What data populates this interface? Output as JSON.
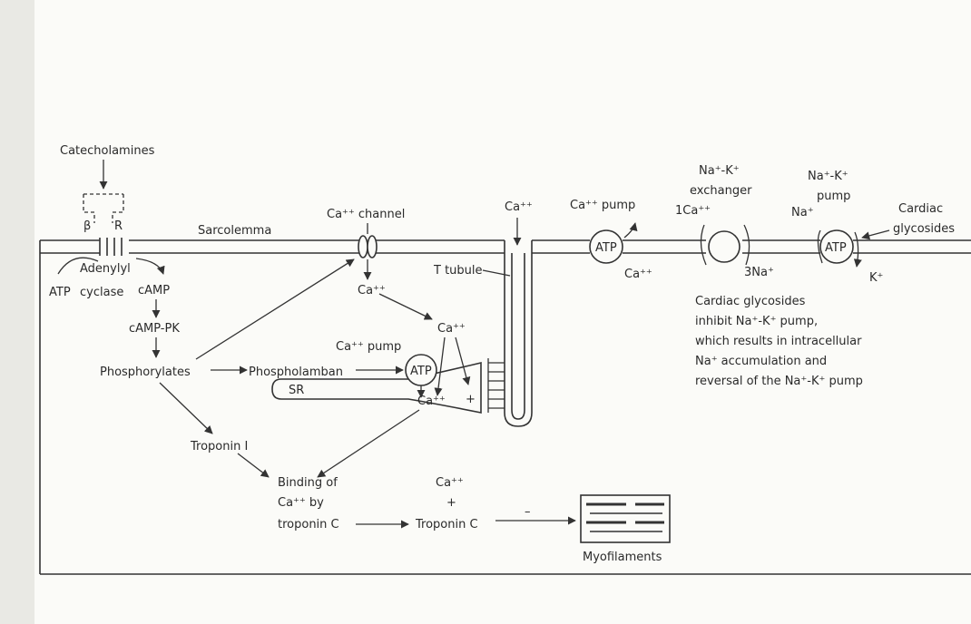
{
  "labels": {
    "catecholamines": "Catecholamines",
    "beta": "β",
    "r": "R",
    "sarcolemma": "Sarcolemma",
    "adenylyl": "Adenylyl",
    "cyclase": "cyclase",
    "atp_left": "ATP",
    "camp": "cAMP",
    "camp_pk": "cAMP-PK",
    "phosphorylates": "Phosphorylates",
    "phospholamban": "Phospholamban",
    "sr": "SR",
    "troponin_i": "Troponin I",
    "ca_channel": "Ca⁺⁺ channel",
    "ca_channel_in": "Ca⁺⁺",
    "ca_cytosol": "Ca⁺⁺",
    "ca_pump_sr": "Ca⁺⁺ pump",
    "atp_sr": "ATP",
    "ca_sr": "Ca⁺⁺",
    "plus_sr": "+",
    "ca_ttubule": "Ca⁺⁺",
    "t_tubule": "T tubule",
    "ca_pump_top": "Ca⁺⁺ pump",
    "atp_pump": "ATP",
    "ca_pump_bottom": "Ca⁺⁺",
    "nak_exchanger_1": "Na⁺-K⁺",
    "nak_exchanger_2": "exchanger",
    "one_ca": "1Ca⁺⁺",
    "three_na": "3Na⁺",
    "nak_pump_1": "Na⁺-K⁺",
    "nak_pump_2": "pump",
    "na_plus": "Na⁺",
    "atp_nak": "ATP",
    "k_plus": "K⁺",
    "cardiac": "Cardiac",
    "glycosides": "glycosides",
    "binding_1": "Binding of",
    "binding_2": "Ca⁺⁺ by",
    "binding_3": "troponin C",
    "ca_tc_1": "Ca⁺⁺",
    "ca_tc_2": "+",
    "ca_tc_3": "Troponin C",
    "minus": "–",
    "myofilaments": "Myofilaments"
  },
  "note_lines": [
    "Cardiac glycosides",
    "inhibit Na⁺-K⁺ pump,",
    "which results in intracellular",
    "Na⁺ accumulation and",
    "reversal of the Na⁺-K⁺ pump"
  ]
}
